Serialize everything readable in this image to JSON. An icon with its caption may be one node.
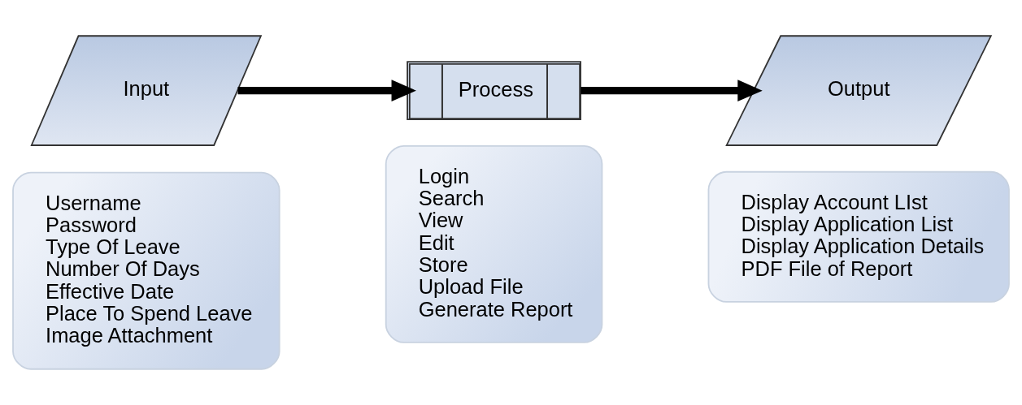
{
  "diagram": {
    "nodes": [
      {
        "text": [
          "Input"
        ]
      },
      {
        "text": [
          "Username",
          "Password",
          "Type Of Leave",
          "Number Of Days",
          "Effective Date",
          "Place To Spend Leave",
          "Image Attachment"
        ]
      },
      {
        "text": [
          "Process"
        ]
      },
      {
        "text": [
          "Login",
          "Search",
          "View",
          "Edit",
          "Store",
          "Upload File",
          "Generate Report"
        ]
      },
      {
        "text": [
          "Output"
        ]
      },
      {
        "text": [
          "Display Account LIst",
          "Display Application List",
          "Display Application Details",
          "PDF File of Report"
        ]
      }
    ],
    "edges": [
      {
        "from": 0,
        "to": 2,
        "arrow": "to"
      },
      {
        "from": 2,
        "to": 4,
        "arrow": "to"
      }
    ]
  }
}
